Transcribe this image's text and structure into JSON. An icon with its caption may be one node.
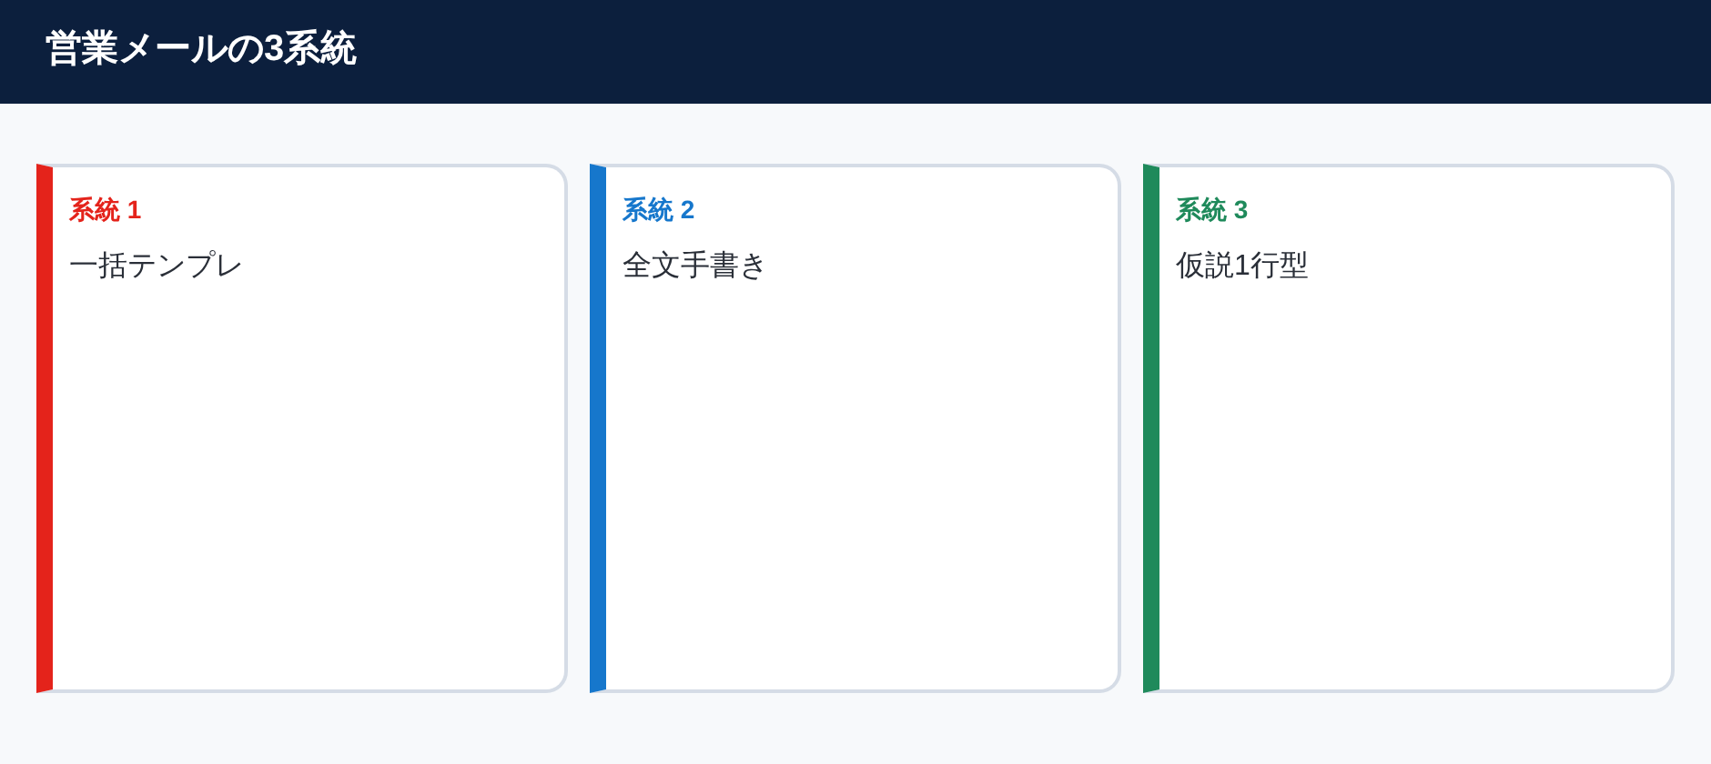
{
  "diagram": {
    "title": "営業メールの3系統",
    "nodes": [
      {
        "text": [
          "系統 1",
          "一括テンプレ"
        ]
      },
      {
        "text": [
          "系統 2",
          "全文手書き"
        ]
      },
      {
        "text": [
          "系統 3",
          "仮説1行型"
        ]
      }
    ]
  }
}
